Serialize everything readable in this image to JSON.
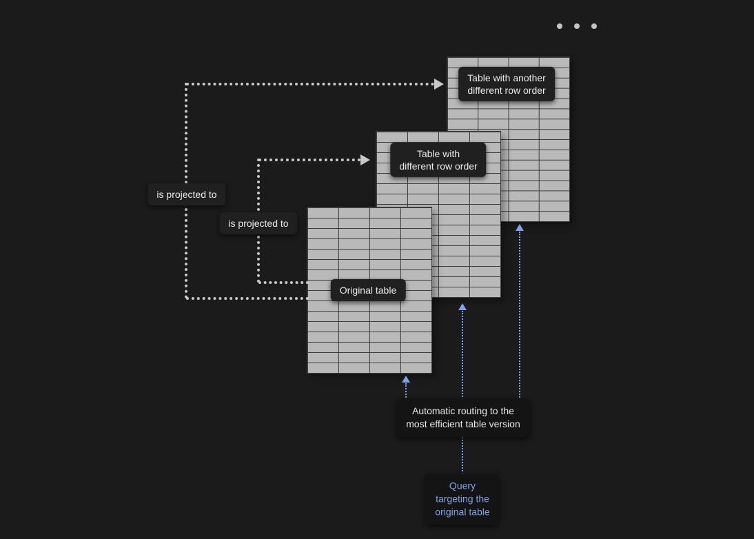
{
  "colors": {
    "background": "#1b1b1b",
    "table_fill": "#b9b9b9",
    "grid_line": "#3c3c3c",
    "dotted_line": "#c9c9c9",
    "routing_blue": "#7fa3e8",
    "label_bg": "#202020",
    "label_text": "#eaeaea"
  },
  "window_dots_count": 3,
  "tables": {
    "original": {
      "label": "Original table",
      "rows": 16,
      "cols": 4
    },
    "different_order": {
      "label": "Table with\ndifferent row order",
      "rows": 16,
      "cols": 4
    },
    "another_order": {
      "label": "Table with another\ndifferent row order",
      "rows": 16,
      "cols": 4
    }
  },
  "edges": {
    "projection_outer": "is projected to",
    "projection_inner": "is projected to"
  },
  "routing_label": "Automatic routing to the\nmost efficient table version",
  "query_label": "Query\ntargeting the\noriginal table"
}
